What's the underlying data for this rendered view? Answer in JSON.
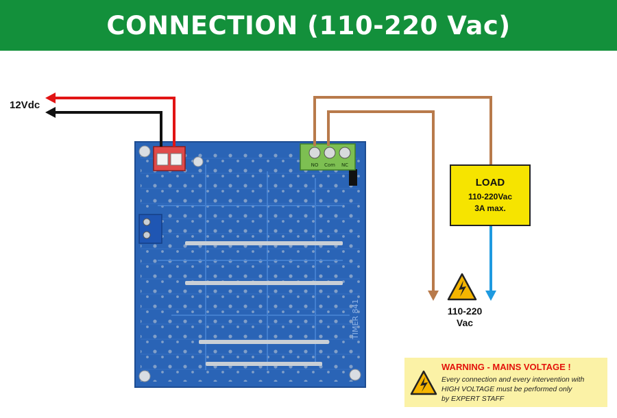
{
  "header": {
    "title": "CONNECTION (110-220 Vac)"
  },
  "power": {
    "label": "12Vdc"
  },
  "relay_terminal": {
    "pins": [
      "NO",
      "Com",
      "NC"
    ]
  },
  "load": {
    "title": "LOAD",
    "voltage": "110-220Vac",
    "current": "3A max."
  },
  "mains": {
    "line1": "110-220",
    "line2": "Vac"
  },
  "board": {
    "silkscreen": "TIMER 841"
  },
  "warning": {
    "title": "WARNING - MAINS VOLTAGE !",
    "lines": [
      "Every connection and every intervention with",
      "HIGH VOLTAGE must be performed only",
      "by EXPERT STAFF"
    ]
  },
  "colors": {
    "banner": "#13903b",
    "board": "#2a64b6",
    "wire_positive": "#e11414",
    "wire_negative": "#111111",
    "wire_mains": "#b87a4b",
    "wire_load": "#1e9ae0",
    "load_fill": "#f6e400",
    "warning_fill": "#fbf2a6"
  },
  "icons": [
    "high-voltage-warning-icon",
    "arrow-icon"
  ]
}
